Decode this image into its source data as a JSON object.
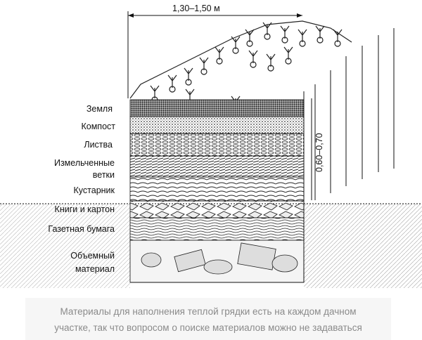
{
  "diagram": {
    "width_label": "1,30–1,50 м",
    "height_label": "0,60–0,70",
    "layers": [
      {
        "label": "Земля"
      },
      {
        "label": "Компост"
      },
      {
        "label": "Листва"
      },
      {
        "label": "Измельченные",
        "label2": "ветки"
      },
      {
        "label": "Кустарник"
      },
      {
        "label": "Книги и картон"
      },
      {
        "label": "Газетная бумага"
      },
      {
        "label": "Объемный",
        "label2": "материал"
      }
    ]
  },
  "caption": {
    "line1": "Материалы для наполнения теплой грядки есть на каждом дачном",
    "line2": "участке, так что вопросом о поиске материалов можно не задаваться"
  }
}
